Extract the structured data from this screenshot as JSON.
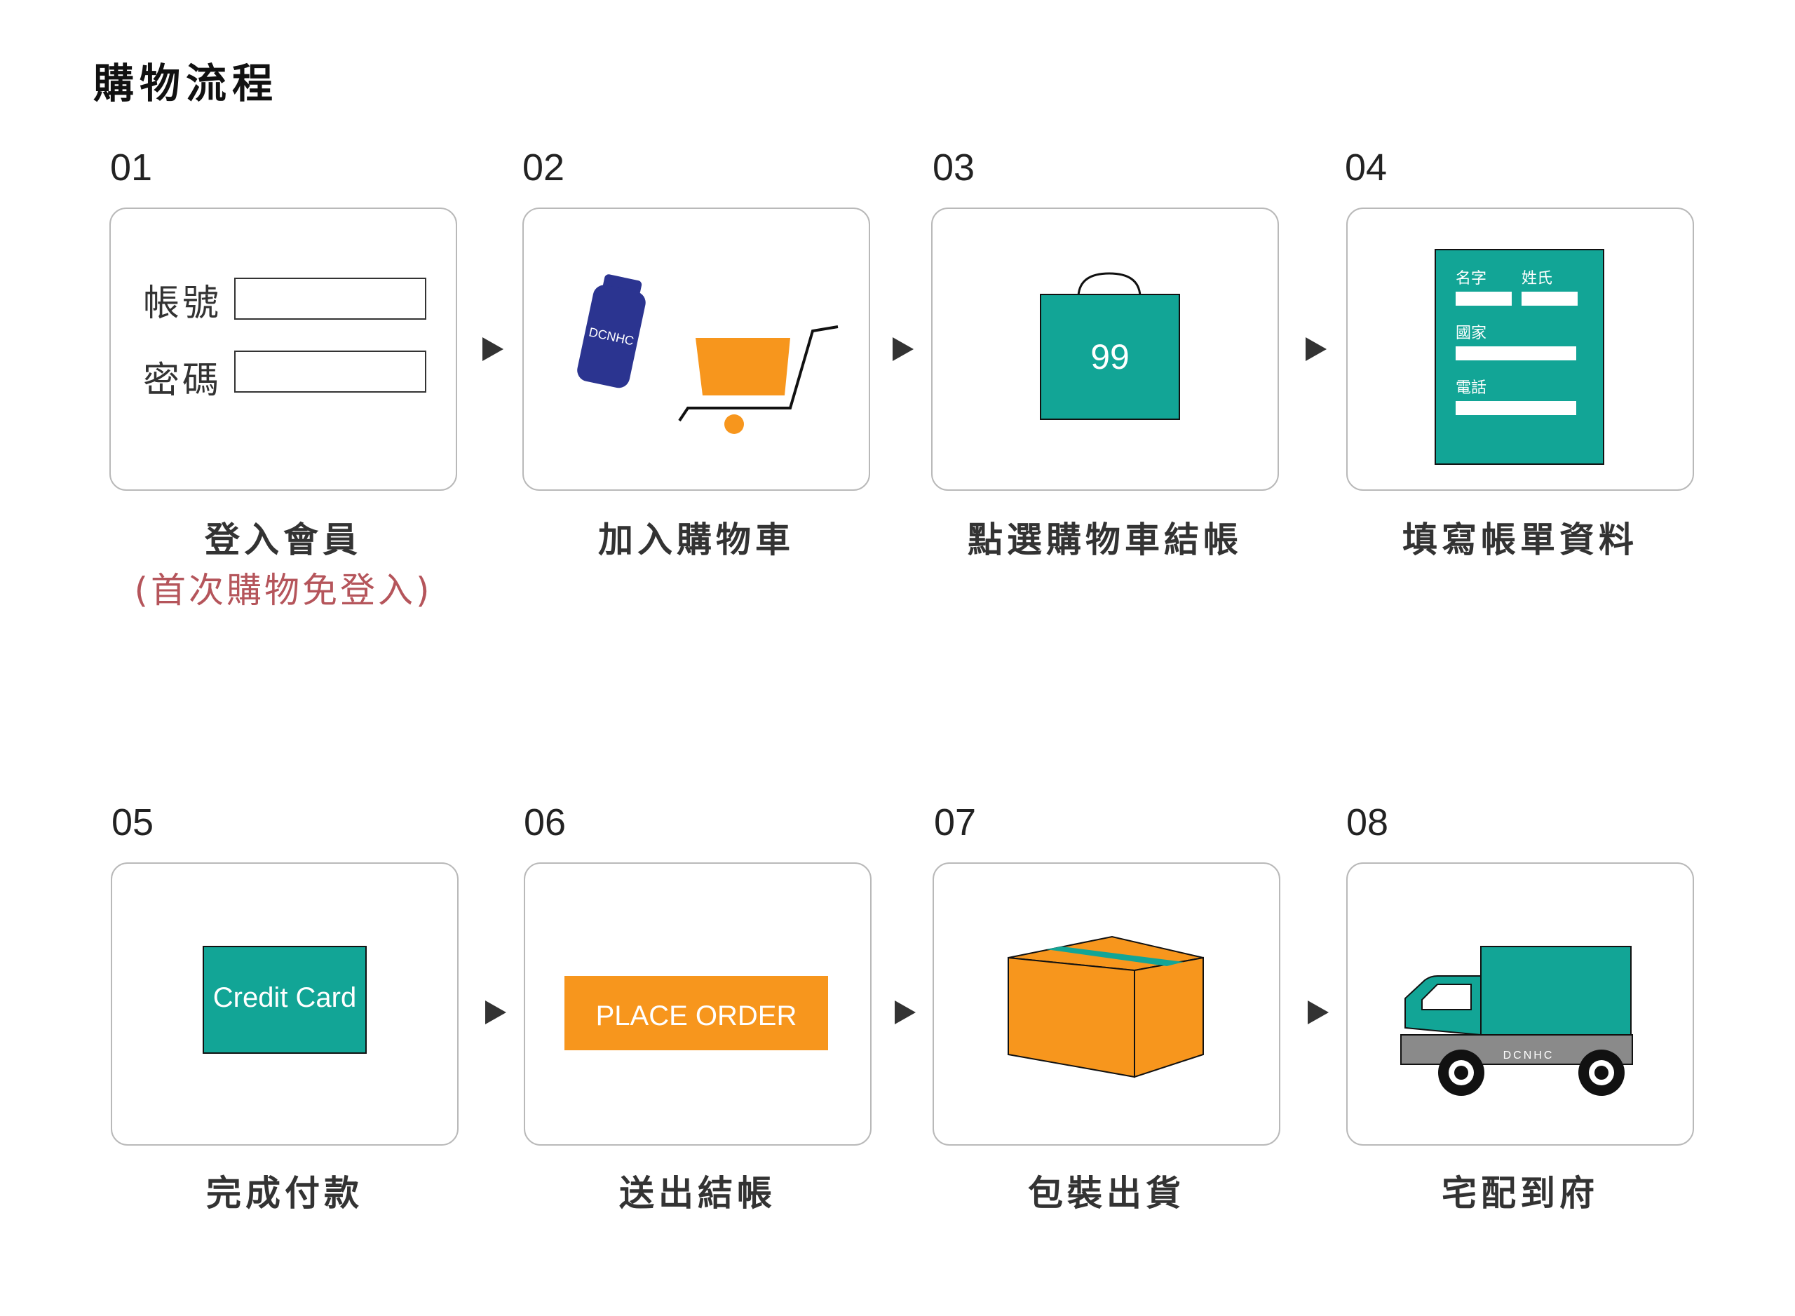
{
  "title": "購物流程",
  "colors": {
    "teal": "#12a596",
    "orange": "#f7961d",
    "navy": "#2b3490",
    "grey": "#8a8a8a"
  },
  "steps": [
    {
      "num": "01",
      "label": "登入會員",
      "note": "(首次購物免登入)"
    },
    {
      "num": "02",
      "label": "加入購物車"
    },
    {
      "num": "03",
      "label": "點選購物車結帳"
    },
    {
      "num": "04",
      "label": "填寫帳單資料"
    },
    {
      "num": "05",
      "label": "完成付款"
    },
    {
      "num": "06",
      "label": "送出結帳"
    },
    {
      "num": "07",
      "label": "包裝出貨"
    },
    {
      "num": "08",
      "label": "宅配到府"
    }
  ],
  "login": {
    "account_label": "帳號",
    "password_label": "密碼"
  },
  "bottle_text": "DCNHC",
  "bag_text": "99",
  "form": {
    "name_label": "名字",
    "surname_label": "姓氏",
    "country_label": "國家",
    "phone_label": "電話"
  },
  "credit_card_text": "Credit Card",
  "place_order_text": "PLACE ORDER",
  "truck_text": "DCNHC"
}
